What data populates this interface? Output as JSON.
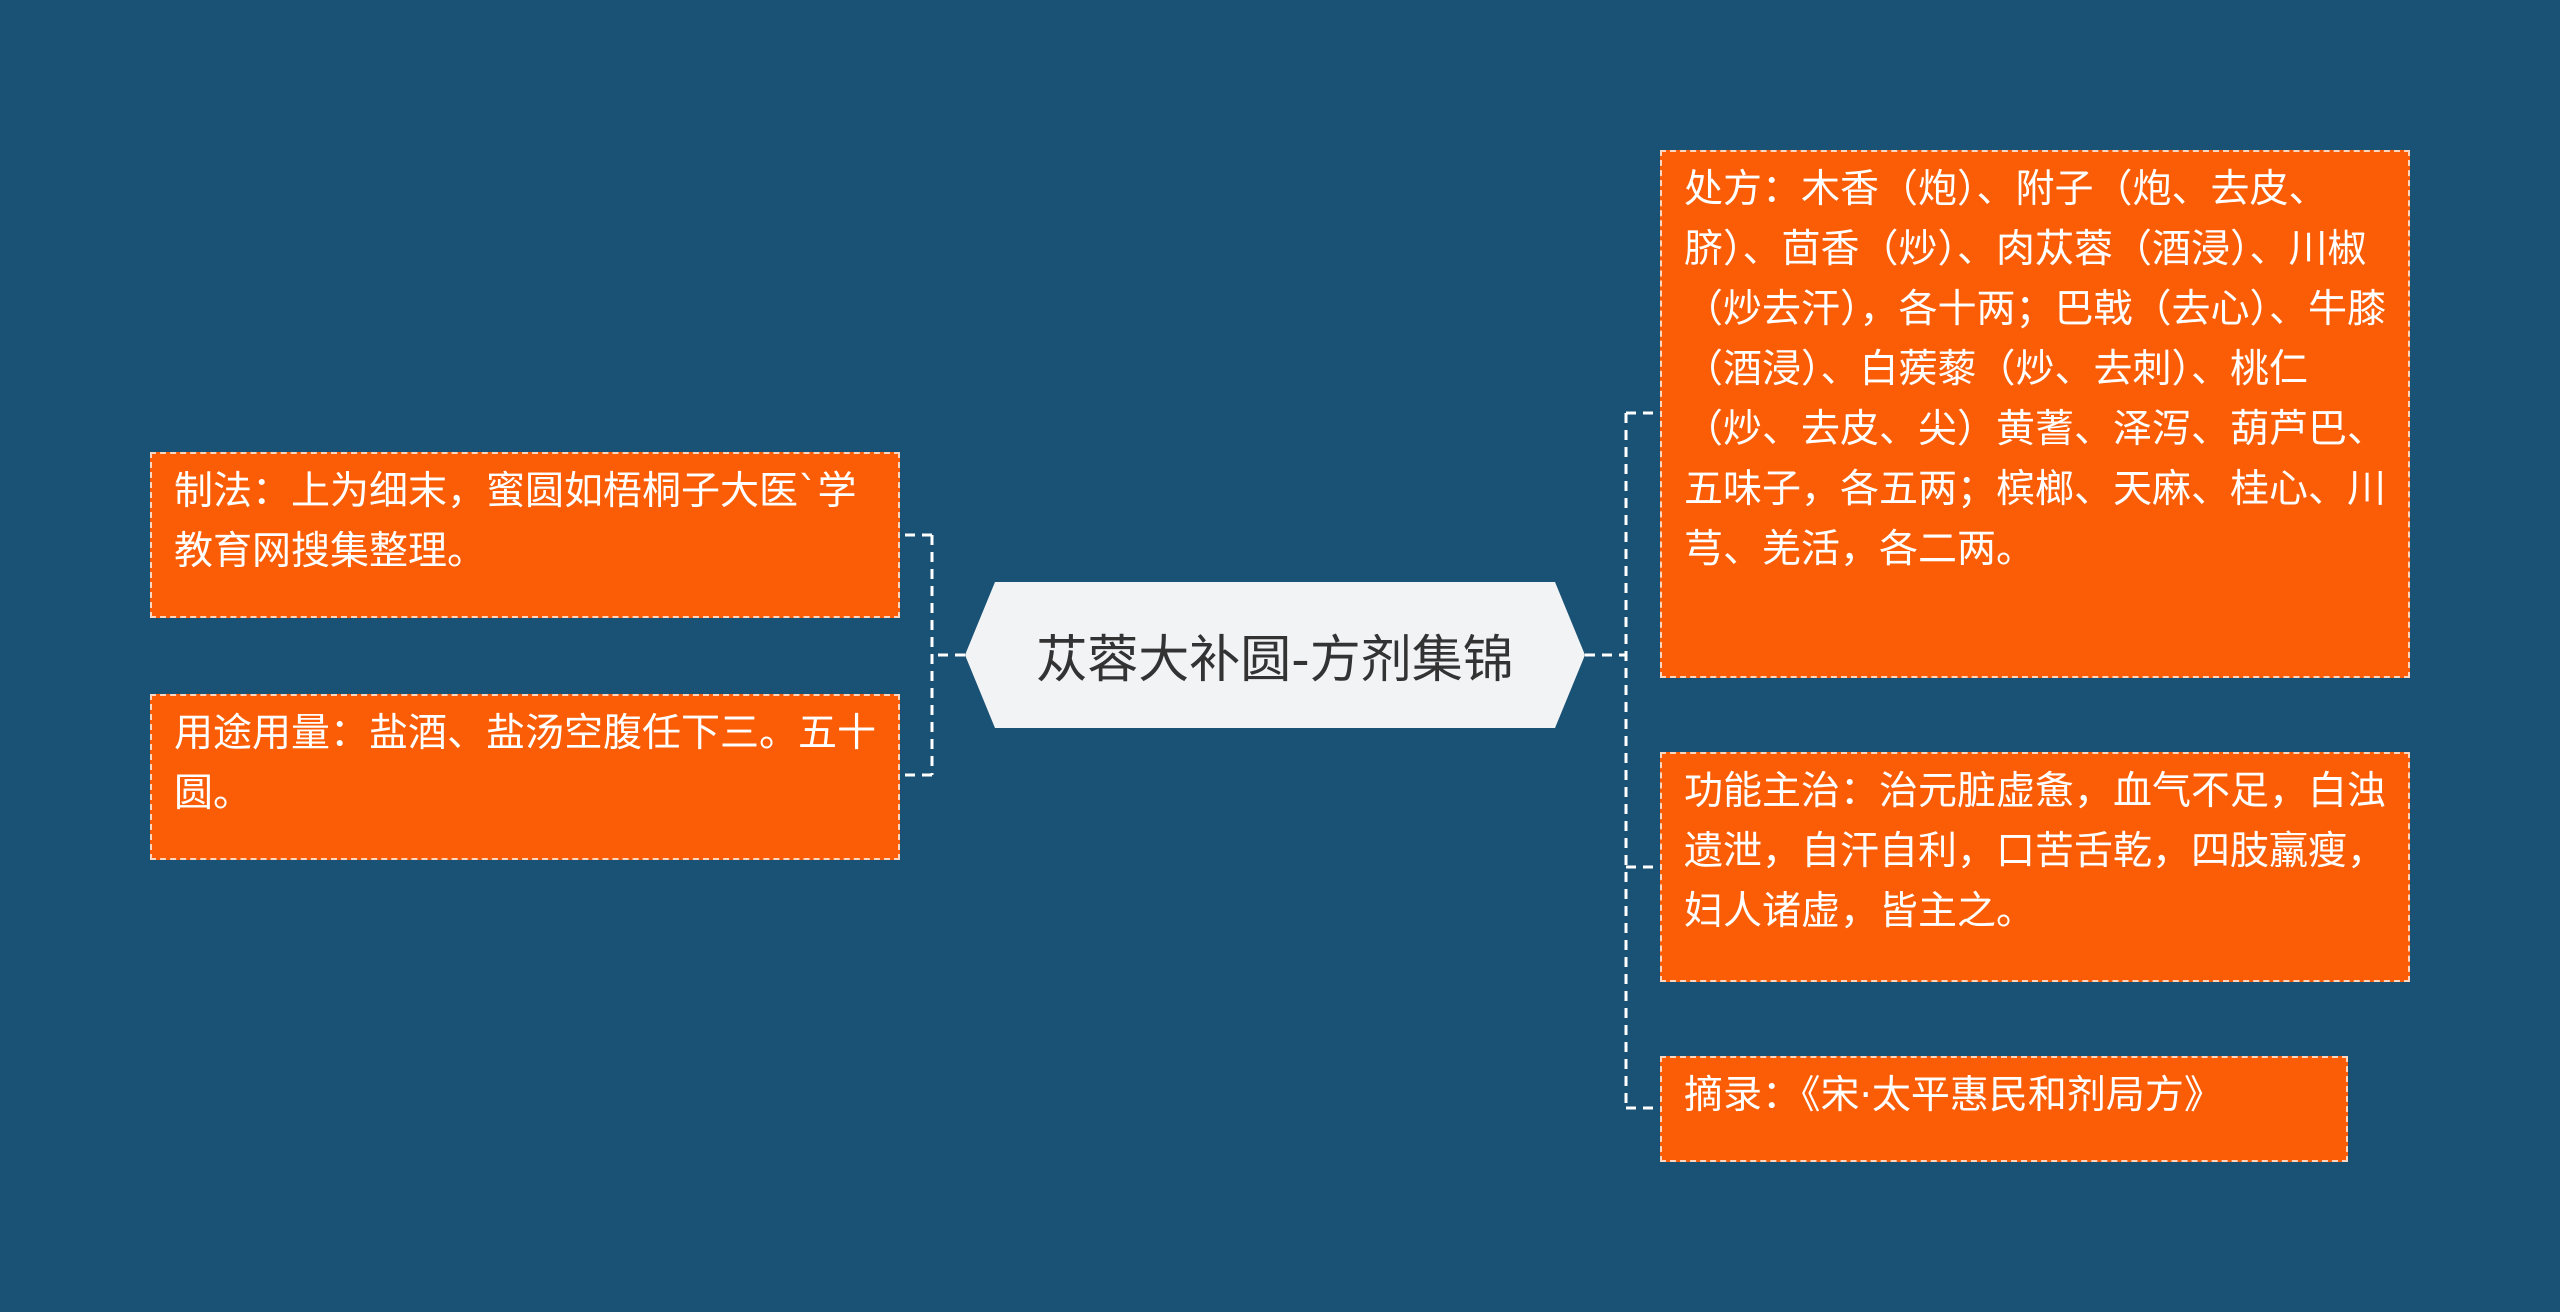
{
  "root": {
    "title": "苁蓉大补圆-方剂集锦"
  },
  "left_nodes": [
    {
      "text": "制法：上为细末，蜜圆如梧桐子大医`学教育网搜集整理。"
    },
    {
      "text": "用途用量：盐酒、盐汤空腹任下三。五十圆。"
    }
  ],
  "right_nodes": [
    {
      "text": "处方：木香（炮）、附子（炮、去皮、脐）、茴香（炒）、肉苁蓉（酒浸）、川椒（炒去汗），各十两；巴戟（去心）、牛膝（酒浸）、白蒺藜（炒、去刺）、桃仁（炒、去皮、尖）黄蓍、泽泻、葫芦巴、五味子，各五两；槟榔、天麻、桂心、川芎、羌活，各二两。"
    },
    {
      "text": "功能主治：治元脏虚惫，血气不足，白浊遗泄，自汗自利，口苦舌乾，四肢羸瘦，妇人诸虚，皆主之。"
    },
    {
      "text": "摘录：《宋·太平惠民和剂局方》"
    }
  ],
  "colors": {
    "background": "#1a5276",
    "leaf_fill": "#fa5d05",
    "root_fill": "#f2f3f4",
    "connector": "#ffffff"
  }
}
